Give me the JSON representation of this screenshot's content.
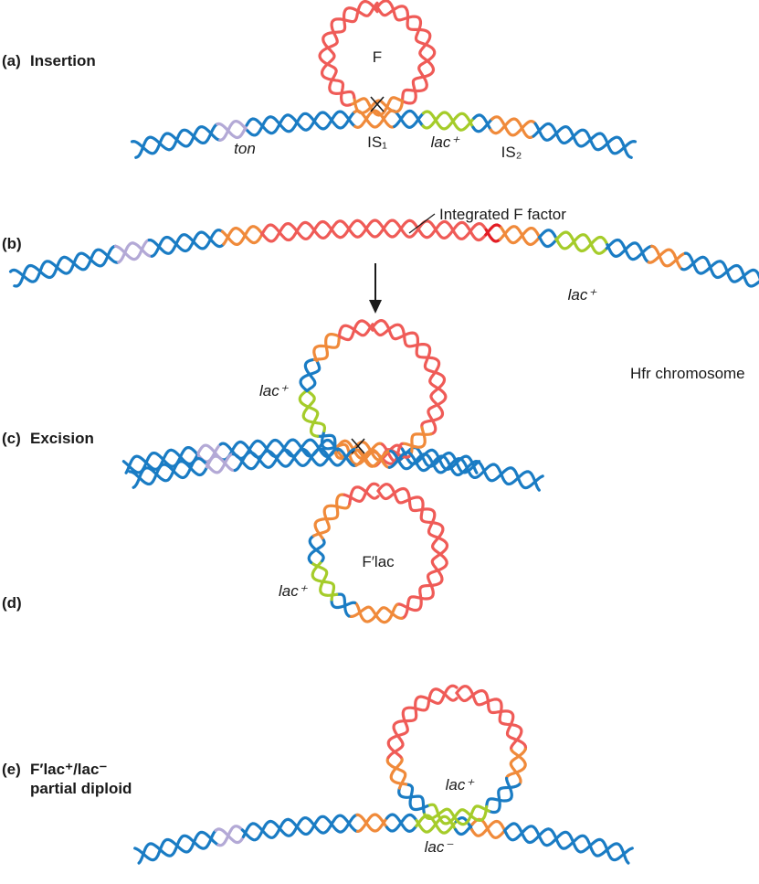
{
  "colors": {
    "chromosome": "#1a7cc4",
    "f_factor": "#ef5b57",
    "is_element": "#f08a3a",
    "lac": "#a5cc2a",
    "ton": "#b3a9d6",
    "bright_red": "#e31d25"
  },
  "panels": [
    {
      "id": "a",
      "letter": "(a)",
      "title": "Insertion"
    },
    {
      "id": "b",
      "letter": "(b)",
      "title": ""
    },
    {
      "id": "c",
      "letter": "(c)",
      "title": "Excision"
    },
    {
      "id": "d",
      "letter": "(d)",
      "title": ""
    },
    {
      "id": "e",
      "letter": "(e)",
      "title_main": "F′lac⁺/lac⁻",
      "title_sub": "partial diploid"
    }
  ],
  "labels": {
    "f_plasmid": "F",
    "ton": "ton",
    "is1": "IS₁",
    "is2": "IS₂",
    "lac_plus": "lac⁺",
    "lac_minus": "lac⁻",
    "integrated_f": "Integrated F factor",
    "hfr": "Hfr chromosome",
    "f_prime_lac": "F′lac"
  }
}
